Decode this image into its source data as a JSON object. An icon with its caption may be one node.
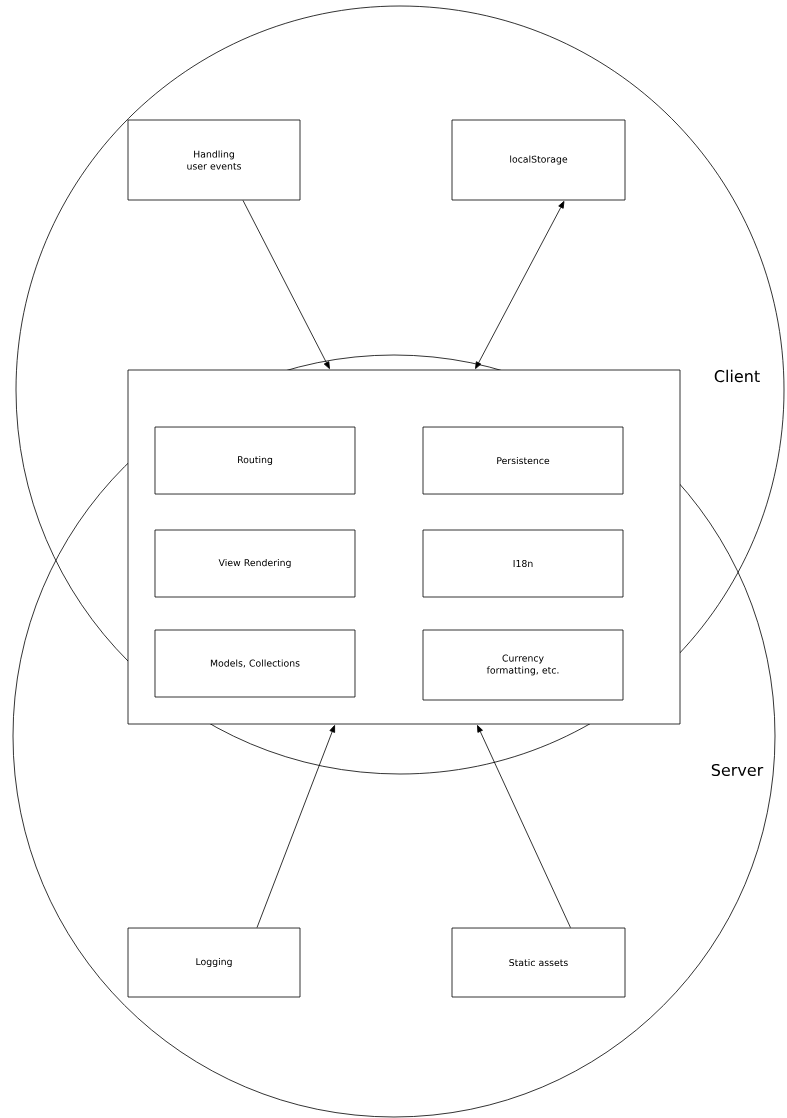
{
  "diagram": {
    "nodes": [
      {
        "text": [
          "Client"
        ]
      },
      {
        "text": [
          "Handling user events"
        ],
        "in": 0
      },
      {
        "text": [
          "localStorage"
        ],
        "in": 0
      },
      {
        "text": [],
        "shape": "box"
      },
      {
        "text": [
          "Routing"
        ],
        "in": 3
      },
      {
        "text": [
          "Persistence"
        ],
        "in": 3
      },
      {
        "text": [
          "View Rendering"
        ],
        "in": 3
      },
      {
        "text": [
          "I18n"
        ],
        "in": 3
      },
      {
        "text": [
          "Models, Collections"
        ],
        "in": 3
      },
      {
        "text": [
          "Currency formatting, etc."
        ],
        "in": 3
      },
      {
        "text": [
          "Server"
        ]
      },
      {
        "text": [
          "Logging"
        ],
        "in": 10
      },
      {
        "text": [
          "Static assets"
        ],
        "in": 10
      }
    ],
    "edges": [
      {
        "from": 1,
        "to": 3,
        "arrow": "to"
      },
      {
        "from": 2,
        "to": 3,
        "arrow": "both"
      },
      {
        "from": 11,
        "to": 3,
        "arrow": "to"
      },
      {
        "from": 12,
        "to": 3,
        "arrow": "to"
      }
    ]
  }
}
